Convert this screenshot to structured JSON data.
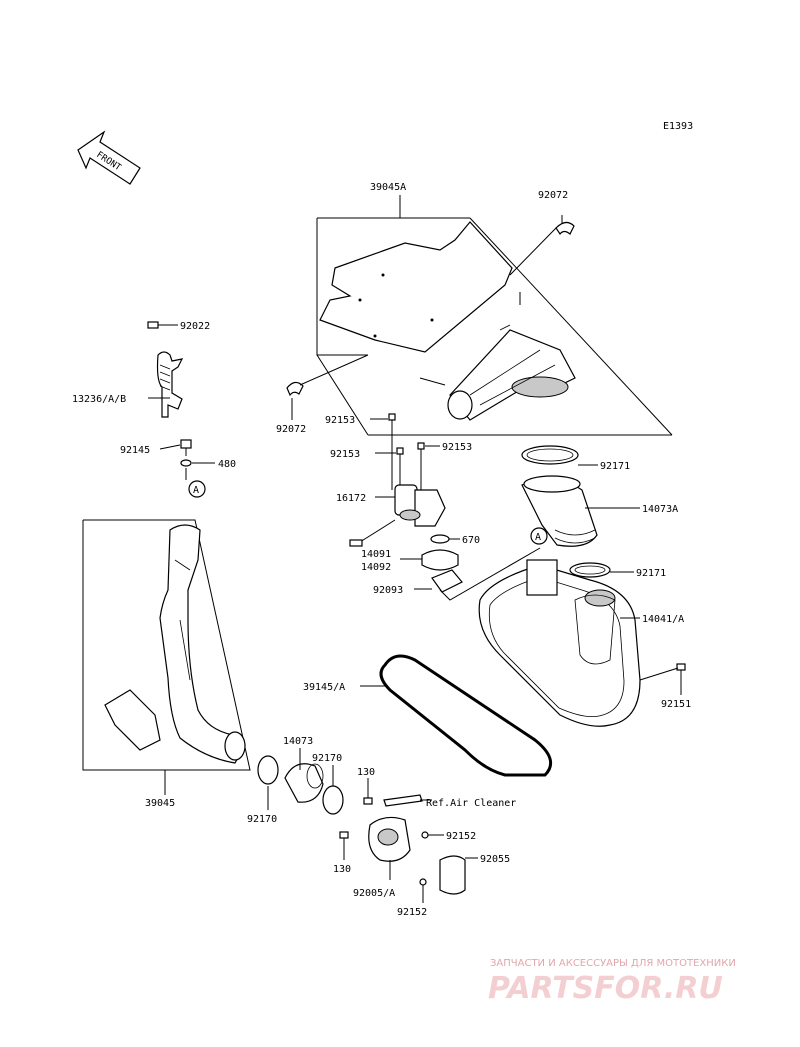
{
  "diagram_code": "E1393",
  "front_label": "FRONT",
  "ref_circle": "A",
  "parts": {
    "p39045A": "39045A",
    "p92072_top": "92072",
    "p92072_left": "92072",
    "p92022": "92022",
    "p13236": "13236/A/B",
    "p92145": "92145",
    "p480": "480",
    "p92153_a": "92153",
    "p92153_b": "92153",
    "p92153_c": "92153",
    "p16172": "16172",
    "p670": "670",
    "p14091": "14091",
    "p14092": "14092",
    "p92093": "92093",
    "p92171_top": "92171",
    "p14073A": "14073A",
    "p92171_mid": "92171",
    "p14041A": "14041/A",
    "p39145A": "39145/A",
    "p92151": "92151",
    "p14073": "14073",
    "p92170_top": "92170",
    "p92170_bot": "92170",
    "p39045": "39045",
    "p130_top": "130",
    "p130_bot": "130",
    "ref_air_cleaner": "Ref.Air Cleaner",
    "p92152_top": "92152",
    "p92055": "92055",
    "p92005A": "92005/A",
    "p92152_bot": "92152"
  },
  "watermark": {
    "tagline": "ЗАПЧАСТИ И АКСЕССУАРЫ ДЛЯ МОТОТЕХНИКИ",
    "brand": "PARTSFOR.RU"
  }
}
